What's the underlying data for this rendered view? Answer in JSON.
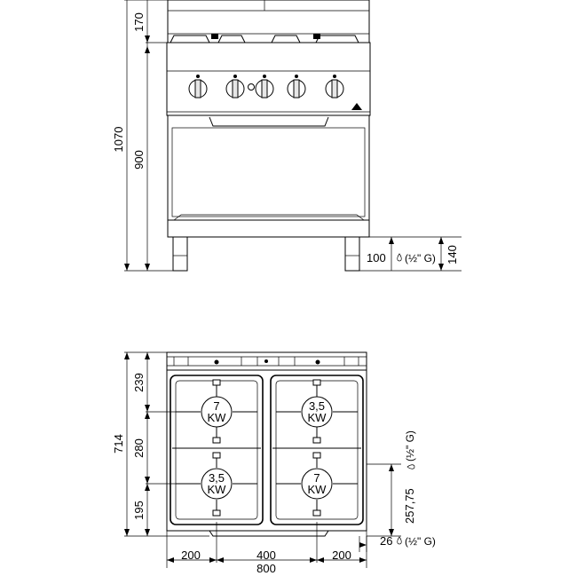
{
  "front_view": {
    "dim_total_height": "1070",
    "dim_top_height": "170",
    "dim_body_height": "900",
    "dim_gas_height": "100",
    "dim_leg_height": "140",
    "gas_fitting": "(½\" G)"
  },
  "top_view": {
    "dim_total_depth": "714",
    "dim_depth_rear": "239",
    "dim_depth_mid": "280",
    "dim_depth_front": "195",
    "dim_gas_side": "257,75",
    "dim_gas_side_fitting": "(½\" G)",
    "dim_gas_offset": "26",
    "dim_gas_offset_fitting": "(½\" G)",
    "dim_width_left": "200",
    "dim_width_center": "400",
    "dim_width_right": "200",
    "dim_width_total": "800",
    "burners": [
      {
        "power_value": "7",
        "power_unit": "KW"
      },
      {
        "power_value": "3,5",
        "power_unit": "KW"
      },
      {
        "power_value": "3,5",
        "power_unit": "KW"
      },
      {
        "power_value": "7",
        "power_unit": "KW"
      }
    ]
  }
}
